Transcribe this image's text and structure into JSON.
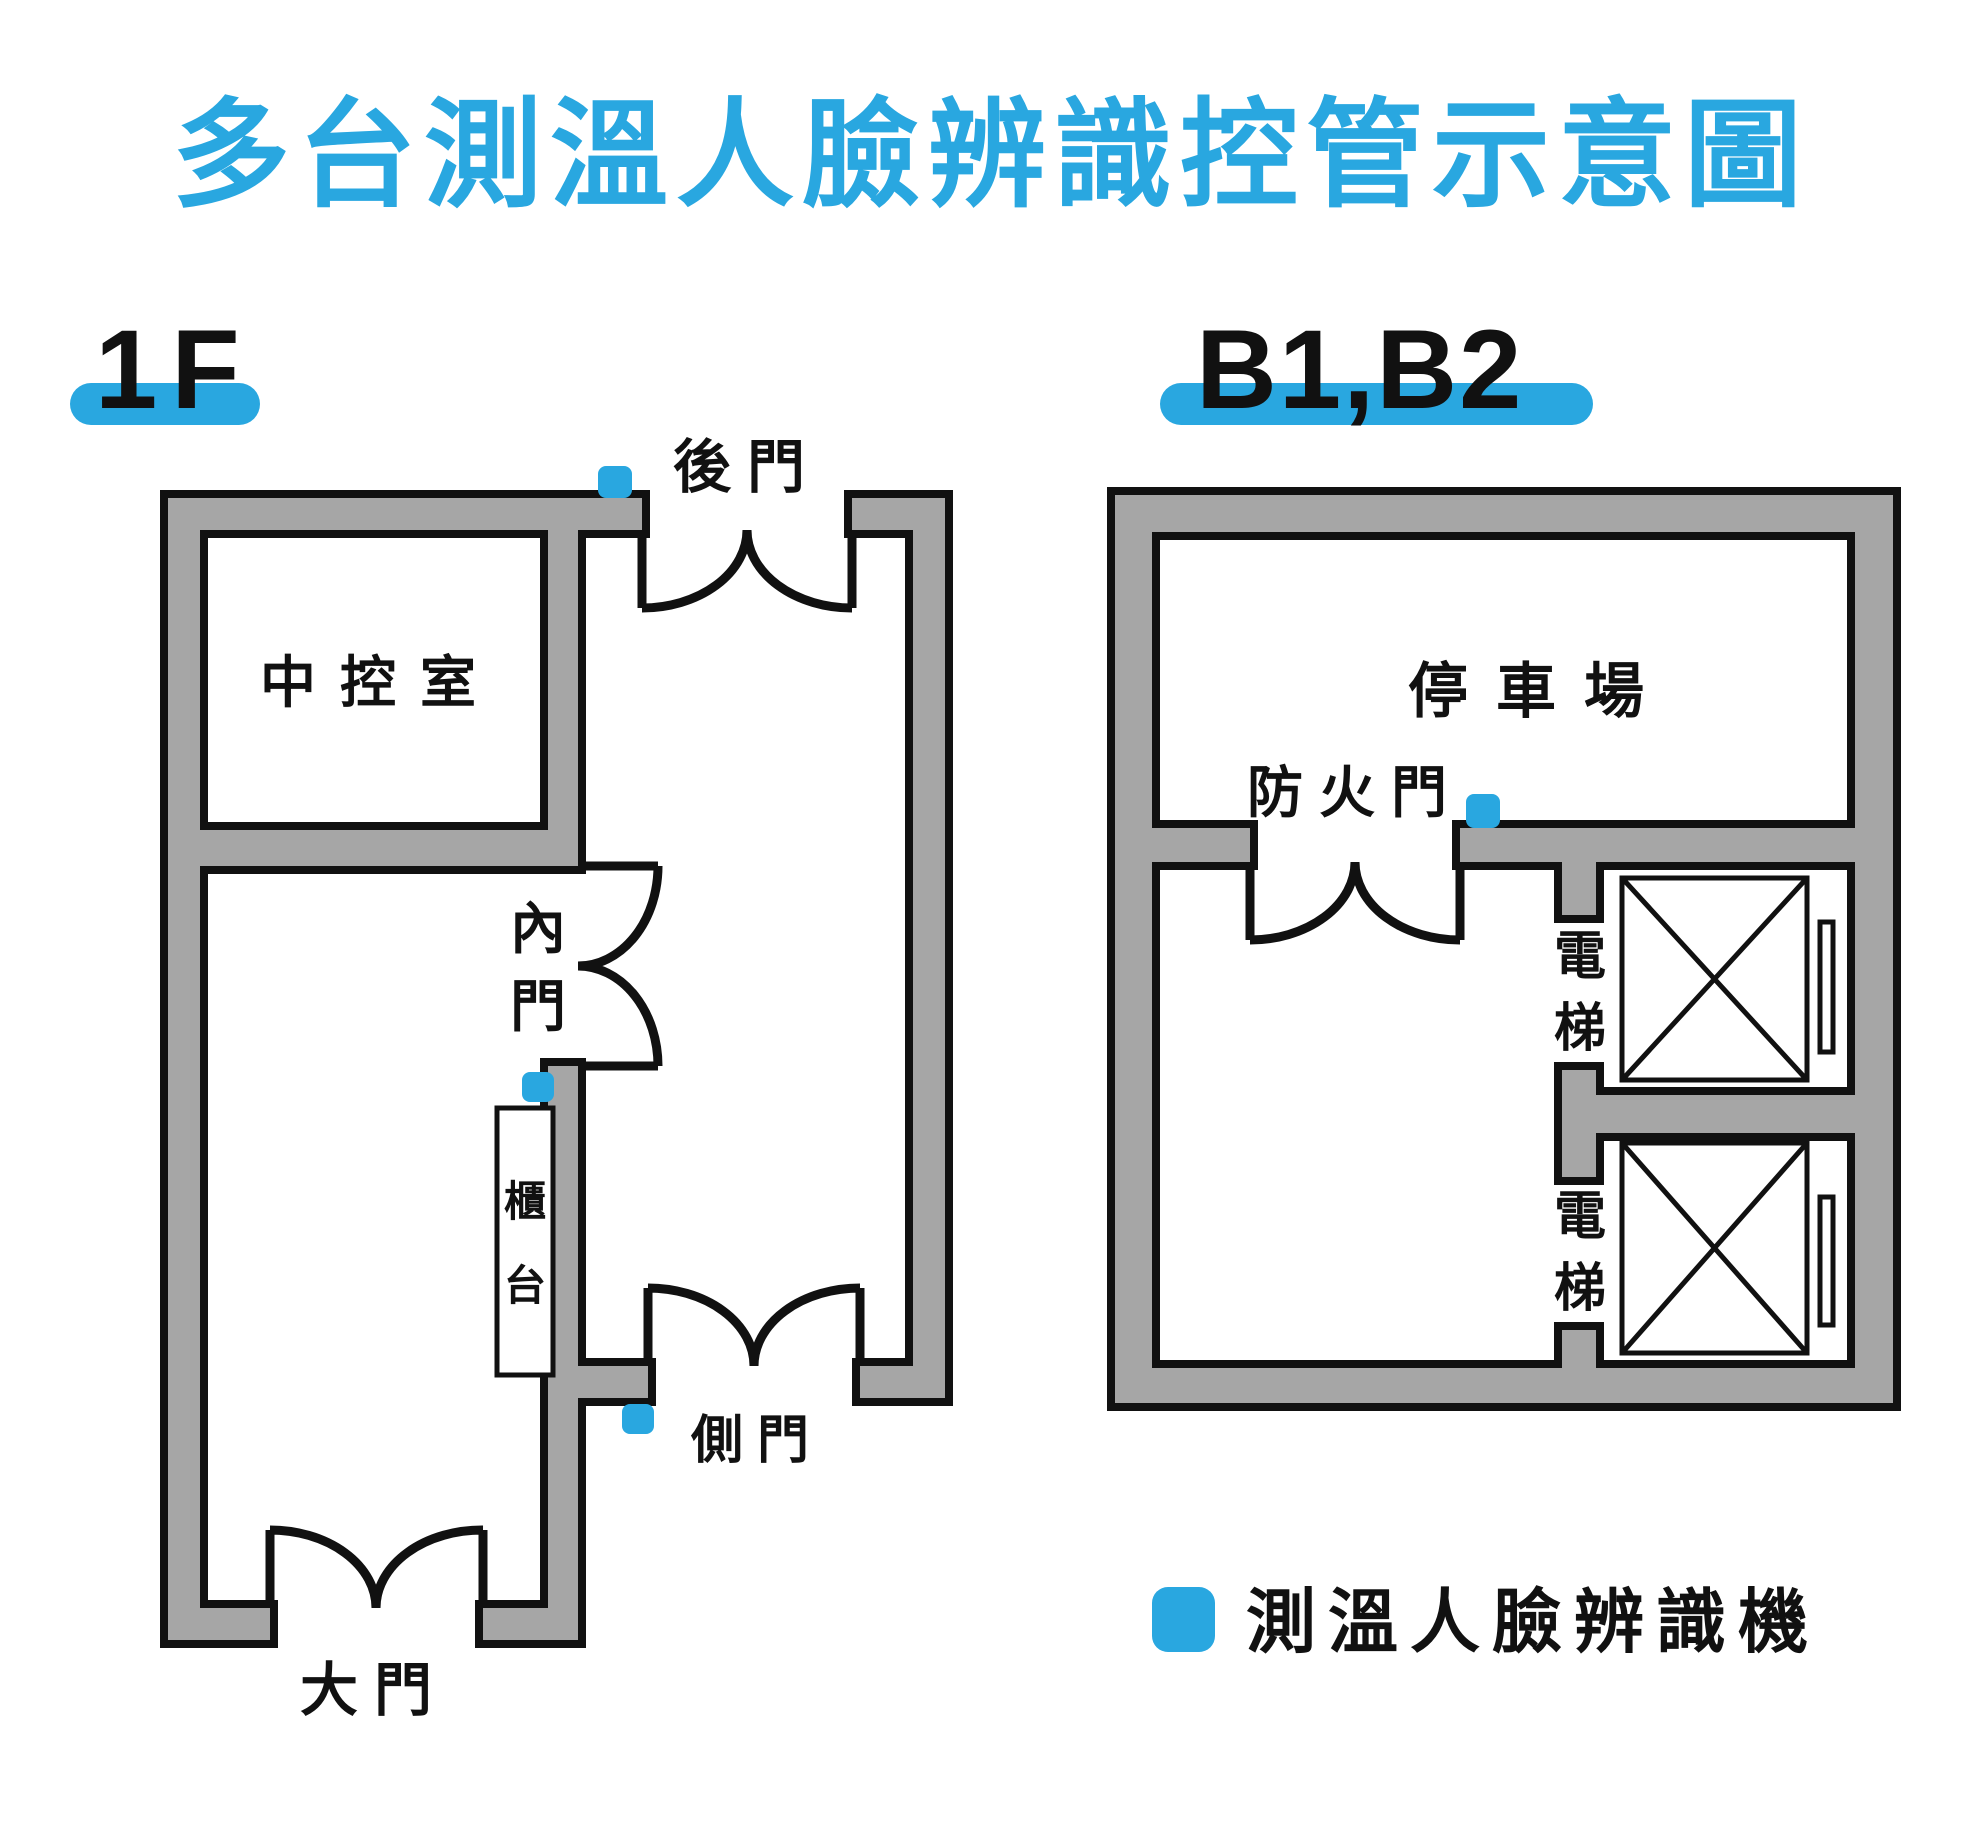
{
  "title": {
    "text": "多台測溫人臉辨識控管示意圖"
  },
  "sections": {
    "floor1": {
      "label": "1F"
    },
    "basement": {
      "label": "B1,B2"
    }
  },
  "floor1": {
    "control_room": "中控室",
    "back_door": "後門",
    "inner_door_chars": [
      "內",
      "門"
    ],
    "counter_chars": [
      "櫃",
      "台"
    ],
    "side_door": "側門",
    "main_door": "大門"
  },
  "basement": {
    "parking": "停車場",
    "fire_door": "防火門",
    "elevator1_chars": [
      "電",
      "梯"
    ],
    "elevator2_chars": [
      "電",
      "梯"
    ]
  },
  "legend": {
    "device": "測溫人臉辨識機"
  },
  "colors": {
    "accent": "#29A7E0",
    "wall_gray": "#A6A6A6",
    "line_black": "#111111"
  }
}
